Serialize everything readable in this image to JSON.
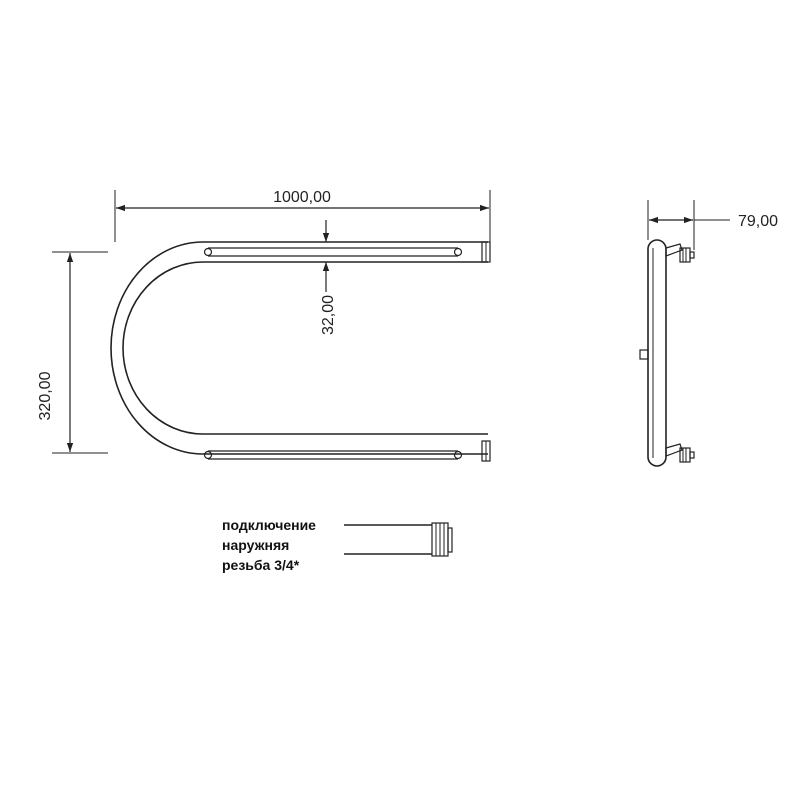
{
  "front_view": {
    "width_label": "1000,00",
    "height_label": "320,00",
    "tube_gap_label": "32,00"
  },
  "side_view": {
    "depth_label": "79,00"
  },
  "connection_note": {
    "line1": "подключение",
    "line2": "наружняя",
    "line3": "резьба 3/4*"
  }
}
